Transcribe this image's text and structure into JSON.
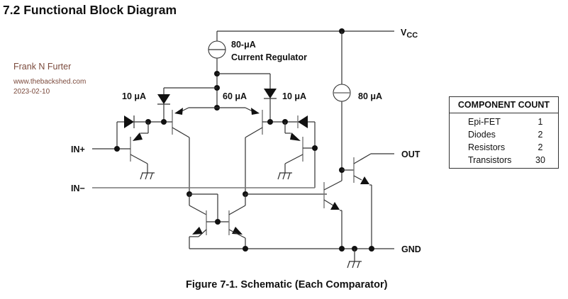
{
  "section_title": "7.2 Functional Block Diagram",
  "watermark": {
    "author": "Frank N Furter",
    "site": "www.thebackshed.com",
    "date": "2023-02-10"
  },
  "schematic": {
    "labels": {
      "vcc": "V",
      "vcc_sub": "CC",
      "regulator_current": "80-μA",
      "regulator_name": "Current Regulator",
      "left_diode_current": "10 μA",
      "tail_current": "60 μA",
      "right_diode_current": "10 μA",
      "output_source_current": "80 μA",
      "in_plus": "IN+",
      "in_minus": "IN−",
      "out": "OUT",
      "gnd": "GND"
    }
  },
  "component_count": {
    "title": "COMPONENT COUNT",
    "rows": [
      {
        "name": "Epi-FET",
        "count": "1"
      },
      {
        "name": "Diodes",
        "count": "2"
      },
      {
        "name": "Resistors",
        "count": "2"
      },
      {
        "name": "Transistors",
        "count": "30"
      }
    ]
  },
  "caption": "Figure 7-1. Schematic (Each Comparator)"
}
